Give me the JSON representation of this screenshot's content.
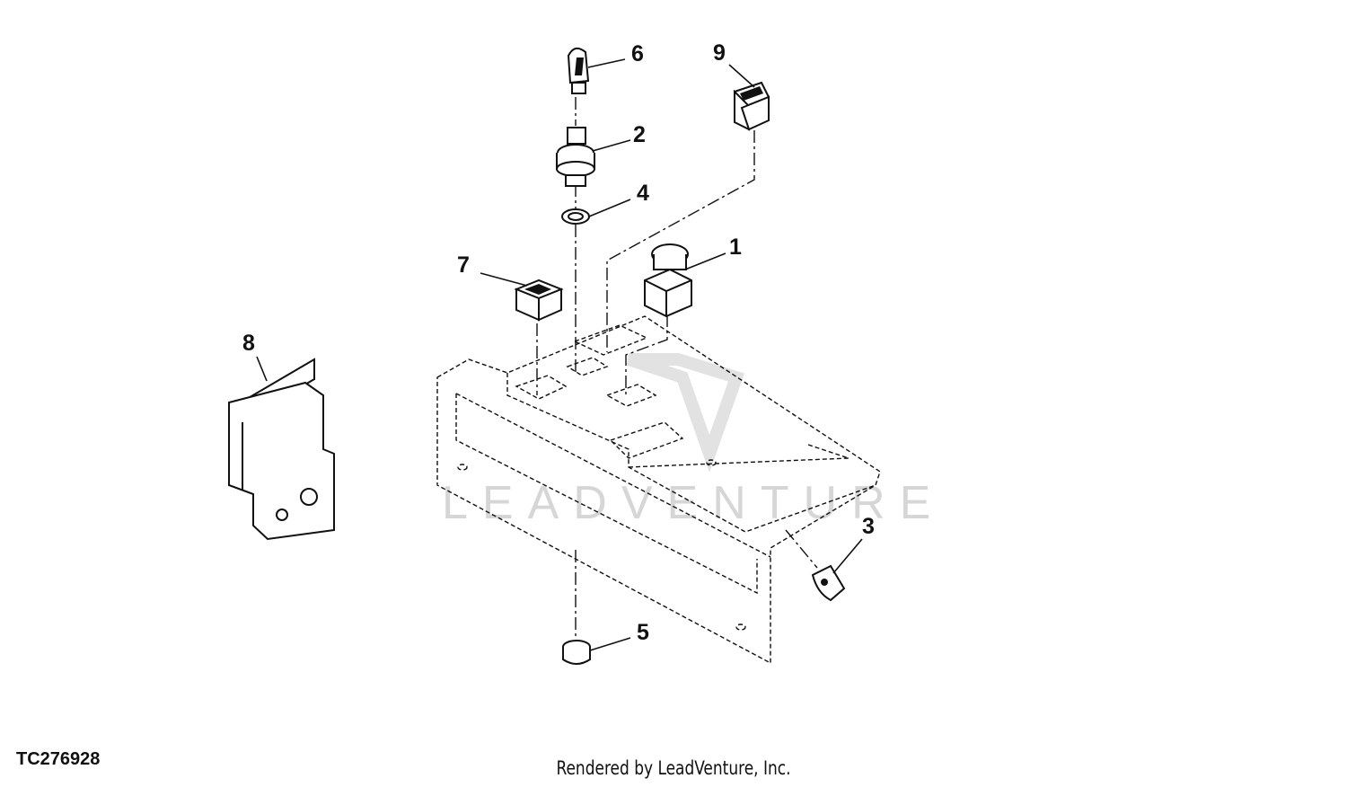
{
  "callouts": [
    "1",
    "2",
    "3",
    "4",
    "5",
    "6",
    "7",
    "8",
    "9"
  ],
  "figure_ref": "TC276928",
  "watermark": "LEADVENTURE",
  "footer": "Rendered by LeadVenture, Inc."
}
